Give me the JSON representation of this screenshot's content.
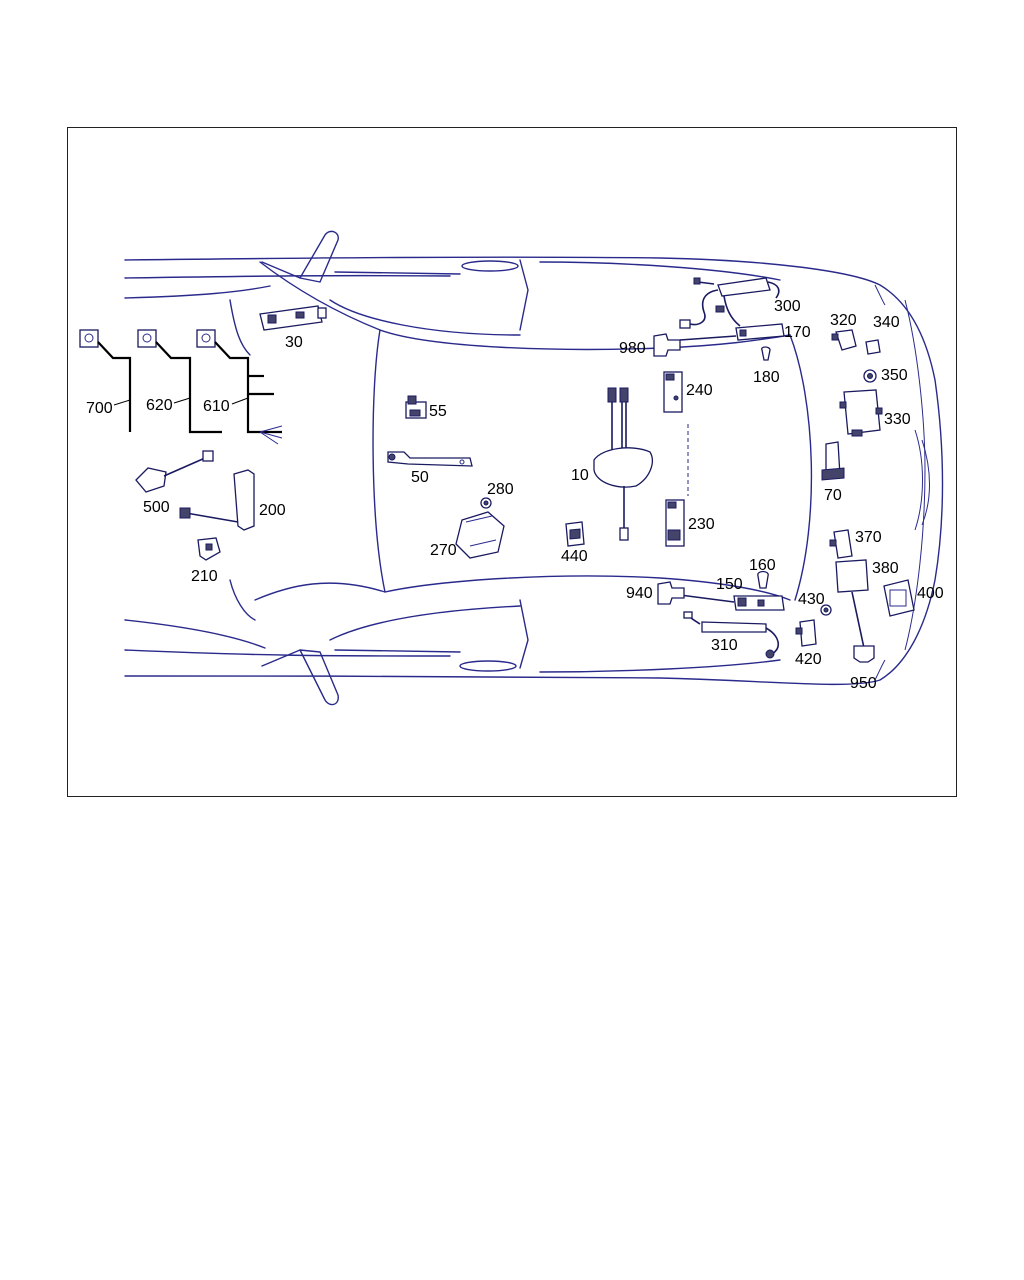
{
  "diagram": {
    "callouts": [
      {
        "id": "c10",
        "text": "10"
      },
      {
        "id": "c30",
        "text": "30"
      },
      {
        "id": "c50",
        "text": "50"
      },
      {
        "id": "c55",
        "text": "55"
      },
      {
        "id": "c70",
        "text": "70"
      },
      {
        "id": "c150",
        "text": "150"
      },
      {
        "id": "c160",
        "text": "160"
      },
      {
        "id": "c170",
        "text": "170"
      },
      {
        "id": "c180",
        "text": "180"
      },
      {
        "id": "c200",
        "text": "200"
      },
      {
        "id": "c210",
        "text": "210"
      },
      {
        "id": "c230",
        "text": "230"
      },
      {
        "id": "c240",
        "text": "240"
      },
      {
        "id": "c270",
        "text": "270"
      },
      {
        "id": "c280",
        "text": "280"
      },
      {
        "id": "c300",
        "text": "300"
      },
      {
        "id": "c310",
        "text": "310"
      },
      {
        "id": "c320",
        "text": "320"
      },
      {
        "id": "c330",
        "text": "330"
      },
      {
        "id": "c340",
        "text": "340"
      },
      {
        "id": "c350",
        "text": "350"
      },
      {
        "id": "c370",
        "text": "370"
      },
      {
        "id": "c380",
        "text": "380"
      },
      {
        "id": "c400",
        "text": "400"
      },
      {
        "id": "c420",
        "text": "420"
      },
      {
        "id": "c430",
        "text": "430"
      },
      {
        "id": "c440",
        "text": "440"
      },
      {
        "id": "c500",
        "text": "500"
      },
      {
        "id": "c610",
        "text": "610"
      },
      {
        "id": "c620",
        "text": "620"
      },
      {
        "id": "c700",
        "text": "700"
      },
      {
        "id": "c940",
        "text": "940"
      },
      {
        "id": "c950",
        "text": "950"
      },
      {
        "id": "c980",
        "text": "980"
      }
    ]
  }
}
